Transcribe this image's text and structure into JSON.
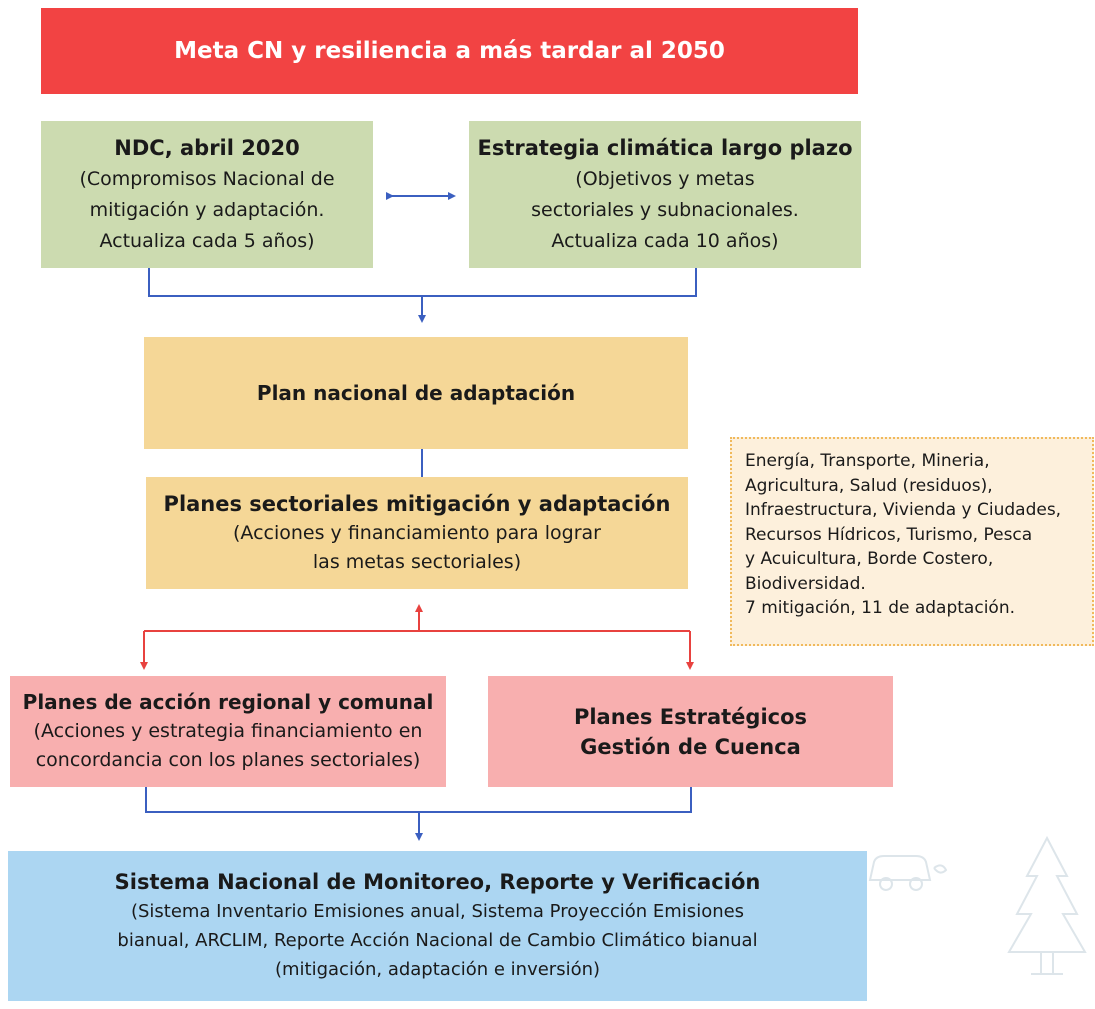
{
  "top_banner": "Meta CN y resiliencia a más tardar al 2050",
  "ndc": {
    "title": "NDC, abril 2020",
    "lines": [
      "(Compromisos Nacional de",
      "mitigación y adaptación.",
      "Actualiza cada 5 años)"
    ]
  },
  "long_term_strategy": {
    "title": "Estrategia climática largo plazo",
    "lines": [
      "(Objetivos y metas",
      "sectoriales y subnacionales.",
      "Actualiza cada 10 años)"
    ]
  },
  "national_adaptation_plan": {
    "title": "Plan nacional de adaptación"
  },
  "sectoral_plans": {
    "title": "Planes sectoriales mitigación y adaptación",
    "lines": [
      "(Acciones y financiamiento para lograr",
      "las metas sectoriales)"
    ]
  },
  "sectors_note": {
    "lines": [
      "Energía, Transporte, Mineria,",
      "Agricultura, Salud (residuos),",
      "Infraestructura, Vivienda y Ciudades,",
      "Recursos Hídricos, Turismo, Pesca",
      "y Acuicultura, Borde Costero,",
      "Biodiversidad.",
      "7 mitigación, 11 de adaptación."
    ]
  },
  "regional_plans": {
    "title": "Planes de acción regional y comunal",
    "lines": [
      "(Acciones y estrategia financiamiento en",
      "concordancia con los planes sectoriales)"
    ]
  },
  "basin_plans": {
    "lines": [
      "Planes Estratégicos",
      "Gestión de Cuenca"
    ]
  },
  "mrv_system": {
    "title": "Sistema Nacional de Monitoreo, Reporte y Verificación",
    "lines": [
      "(Sistema Inventario Emisiones anual, Sistema Proyección Emisiones",
      "bianual, ARCLIM, Reporte Acción Nacional de Cambio Climático bianual",
      "(mitigación, adaptación e inversión)"
    ]
  },
  "colors": {
    "banner": "#f24343",
    "green_box": "#ccdbb0",
    "yellow_box": "#f5d797",
    "pink_box": "#f8afaf",
    "blue_box": "#acd6f2",
    "note_box": "#fdf0dc",
    "blue_connector": "#3b5fc0",
    "red_connector": "#e8423f"
  },
  "icons": [
    "tree-icon",
    "car-icon"
  ]
}
